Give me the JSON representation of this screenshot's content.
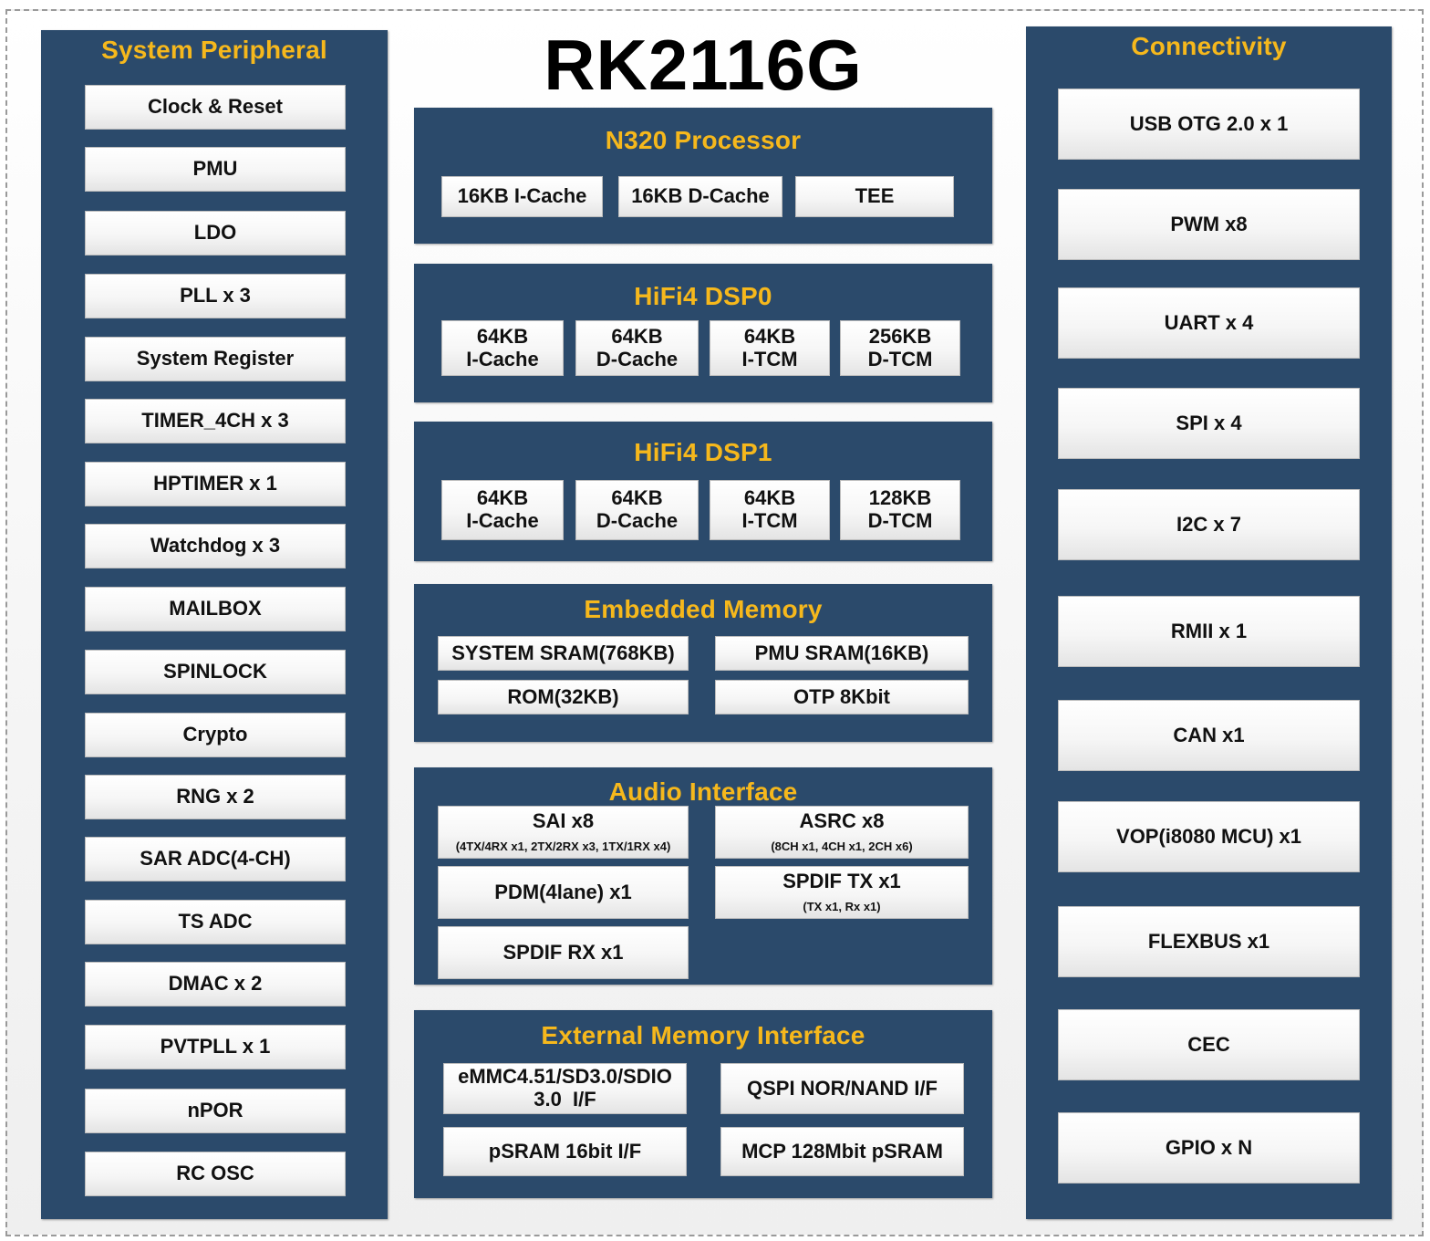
{
  "title": "RK2116G",
  "system_peripheral": {
    "title": "System Peripheral",
    "items": [
      "Clock & Reset",
      "PMU",
      "LDO",
      "PLL x 3",
      "System Register",
      "TIMER_4CH x 3",
      "HPTIMER x 1",
      "Watchdog x 3",
      "MAILBOX",
      "SPINLOCK",
      "Crypto",
      "RNG x 2",
      "SAR ADC(4-CH)",
      "TS ADC",
      "DMAC x 2",
      "PVTPLL x 1",
      "nPOR",
      "RC OSC"
    ]
  },
  "connectivity": {
    "title": "Connectivity",
    "items": [
      "USB OTG 2.0 x 1",
      "PWM x8",
      "UART x 4",
      "SPI x 4",
      "I2C x 7",
      "RMII x 1",
      "CAN x1",
      "VOP(i8080 MCU) x1",
      "FLEXBUS x1",
      "CEC",
      "GPIO x N"
    ]
  },
  "n320": {
    "title": "N320 Processor",
    "items": [
      "16KB I-Cache",
      "16KB D-Cache",
      "TEE"
    ]
  },
  "dsp0": {
    "title": "HiFi4 DSP0",
    "items": [
      {
        "l1": "64KB",
        "l2": "I-Cache"
      },
      {
        "l1": "64KB",
        "l2": "D-Cache"
      },
      {
        "l1": "64KB",
        "l2": "I-TCM"
      },
      {
        "l1": "256KB",
        "l2": "D-TCM"
      }
    ]
  },
  "dsp1": {
    "title": "HiFi4 DSP1",
    "items": [
      {
        "l1": "64KB",
        "l2": "I-Cache"
      },
      {
        "l1": "64KB",
        "l2": "D-Cache"
      },
      {
        "l1": "64KB",
        "l2": "I-TCM"
      },
      {
        "l1": "128KB",
        "l2": "D-TCM"
      }
    ]
  },
  "embedded_memory": {
    "title": "Embedded Memory",
    "items": [
      "SYSTEM SRAM(768KB)",
      "PMU SRAM(16KB)",
      "ROM(32KB)",
      "OTP 8Kbit"
    ]
  },
  "audio": {
    "title": "Audio Interface",
    "sai": {
      "label": "SAI x8",
      "sub": "(4TX/4RX x1, 2TX/2RX x3, 1TX/1RX x4)"
    },
    "asrc": {
      "label": "ASRC x8",
      "sub": "(8CH x1, 4CH x1, 2CH x6)"
    },
    "pdm": "PDM(4lane) x1",
    "spdif_tx": {
      "label": "SPDIF TX x1",
      "sub": "(TX x1, Rx x1)"
    },
    "spdif_rx": "SPDIF RX x1"
  },
  "external_memory": {
    "title": "External Memory Interface",
    "emmc": {
      "l1": "eMMC4.51/SD3.0/SDIO",
      "l2": "3.0  I/F"
    },
    "qspi": "QSPI NOR/NAND I/F",
    "psram": "pSRAM 16bit I/F",
    "mcp": "MCP 128Mbit pSRAM"
  }
}
